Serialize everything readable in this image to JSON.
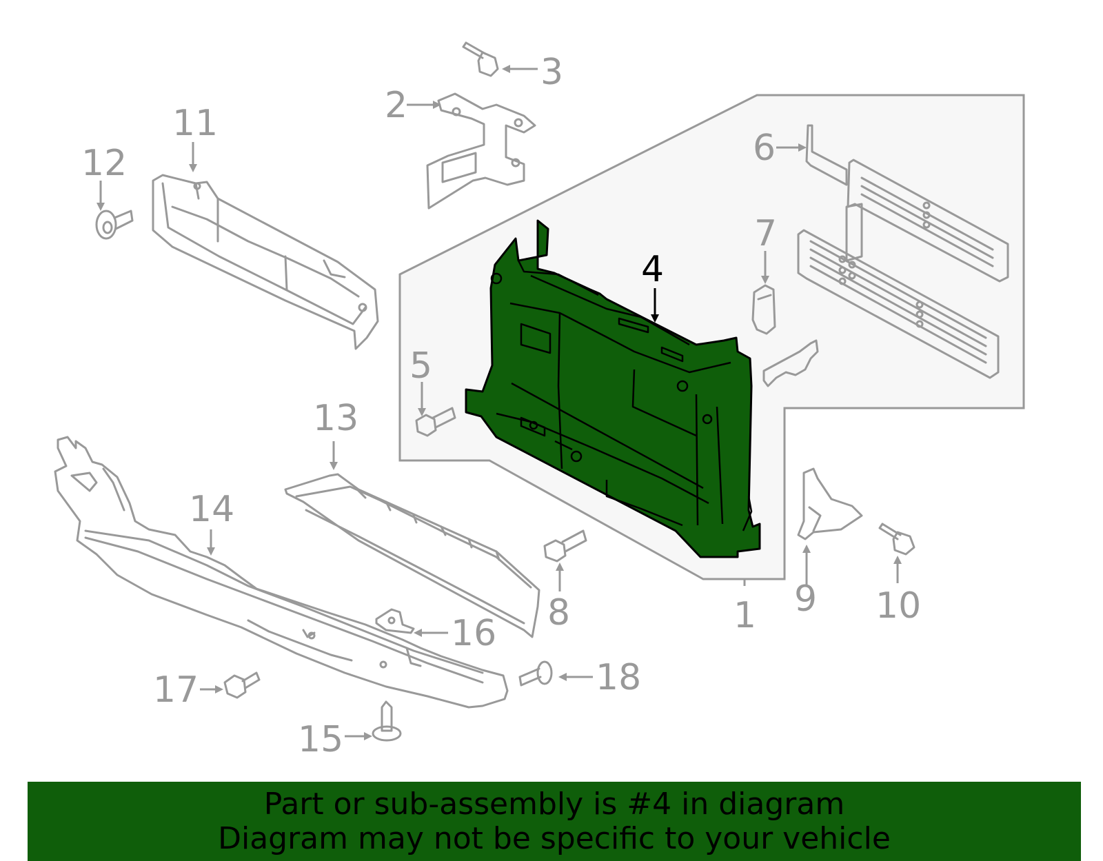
{
  "diagram": {
    "callouts": {
      "c1": "1",
      "c2": "2",
      "c3": "3",
      "c4": "4",
      "c5": "5",
      "c6": "6",
      "c7": "7",
      "c8": "8",
      "c9": "9",
      "c10": "10",
      "c11": "11",
      "c12": "12",
      "c13": "13",
      "c14": "14",
      "c15": "15",
      "c16": "16",
      "c17": "17",
      "c18": "18"
    },
    "highlight_part": "4",
    "colors": {
      "highlight_fill": "#0f5e0a",
      "outline": "#999999",
      "assembly_panel": "#f7f7f7"
    }
  },
  "banner": {
    "line1": "Part or sub-assembly is #4 in diagram",
    "line2": "Diagram may not be specific to your vehicle"
  }
}
